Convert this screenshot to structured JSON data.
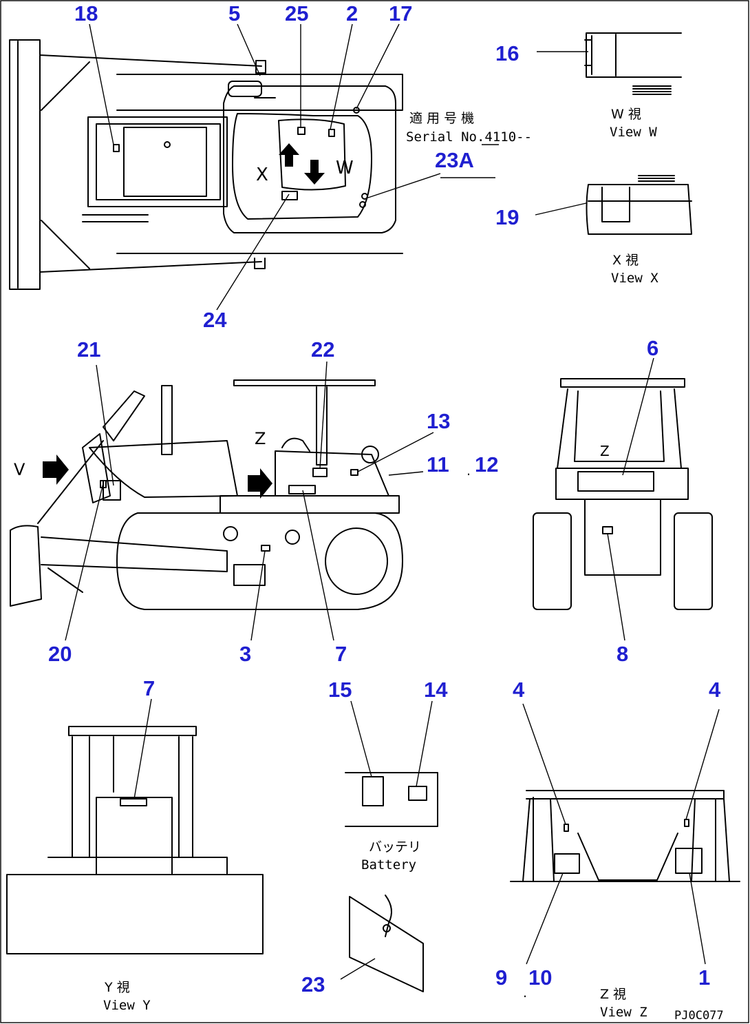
{
  "callouts": {
    "c18": "18",
    "c5": "5",
    "c25": "25",
    "c2": "2",
    "c17": "17",
    "c16": "16",
    "c23a": "23A",
    "c19": "19",
    "c24": "24",
    "c21": "21",
    "c22": "22",
    "c6": "6",
    "c13": "13",
    "c11": "11",
    "c12": "12",
    "c20": "20",
    "c3": "3",
    "c7a": "7",
    "c8": "8",
    "c7b": "7",
    "c15": "15",
    "c14": "14",
    "c4a": "4",
    "c4b": "4",
    "c23": "23",
    "c9": "9",
    "c10": "10",
    "c1": "1"
  },
  "top_view": {
    "serial_jp": "適 用 号 機",
    "serial_en": "Serial No.4110--",
    "mark_x": "X",
    "mark_w": "W"
  },
  "view_w": {
    "jp": "W 視",
    "en": "View W"
  },
  "view_x": {
    "jp": "X 視",
    "en": "View X"
  },
  "side_view": {
    "mark_v": "V",
    "mark_z": "Z",
    "dot": "."
  },
  "rear_view": {
    "mark_z": "Z"
  },
  "view_y": {
    "jp": "Y 視",
    "en": "View Y"
  },
  "battery": {
    "jp": "バッテリ",
    "en": "Battery"
  },
  "view_z": {
    "jp": "Z 視",
    "en": "View Z",
    "dot": "."
  },
  "drawing_code": "PJ0C077"
}
